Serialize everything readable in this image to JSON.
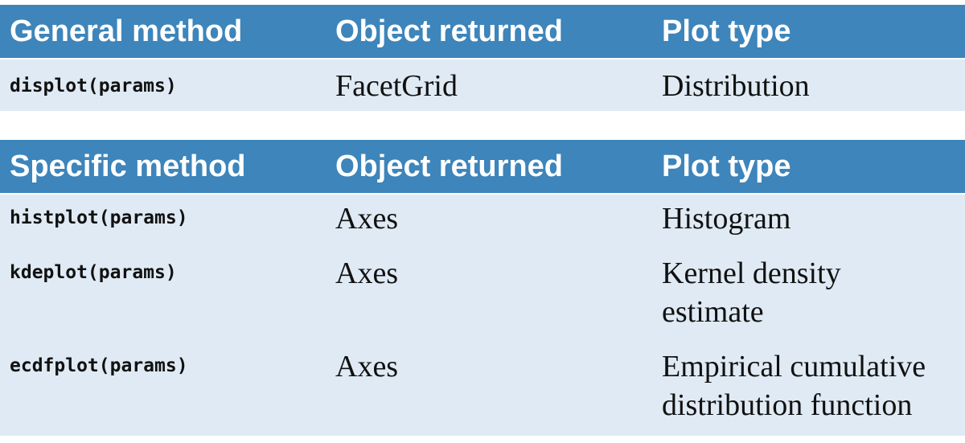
{
  "general_table": {
    "headers": [
      "General method",
      "Object returned",
      "Plot type"
    ],
    "rows": [
      {
        "method": "displot(params)",
        "object": "FacetGrid",
        "plot": "Distribution"
      }
    ]
  },
  "specific_table": {
    "headers": [
      "Specific method",
      "Object returned",
      "Plot type"
    ],
    "rows": [
      {
        "method": "histplot(params)",
        "object": "Axes",
        "plot": "Histogram"
      },
      {
        "method": "kdeplot(params)",
        "object": "Axes",
        "plot_line1": "Kernel density",
        "plot_line2": "estimate"
      },
      {
        "method": "ecdfplot(params)",
        "object": "Axes",
        "plot_line1": "Empirical cumulative",
        "plot_line2": "distribution function"
      }
    ]
  },
  "colors": {
    "header_bg": "#3d85bb",
    "row_bg": "#dfeaf4",
    "header_text": "#ffffff"
  }
}
